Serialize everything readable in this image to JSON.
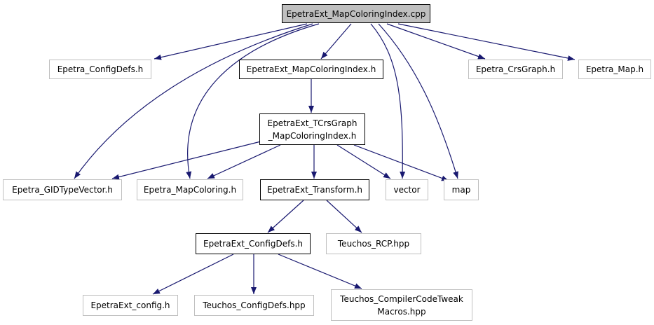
{
  "colors": {
    "edge": "#191970",
    "root_fill": "#bfbfbf",
    "node_border": "#bfbfbf",
    "node_border_dark": "#000000"
  },
  "nodes": {
    "root": "EpetraExt_MapColoringIndex.cpp",
    "epetra_configdefs": "Epetra_ConfigDefs.h",
    "mapcoloringindex_h": "EpetraExt_MapColoringIndex.h",
    "crsgraph": "Epetra_CrsGraph.h",
    "epetra_map": "Epetra_Map.h",
    "tcrsgraph_line1": "EpetraExt_TCrsGraph",
    "tcrsgraph_line2": "_MapColoringIndex.h",
    "gidtypevector": "Epetra_GIDTypeVector.h",
    "mapcoloring": "Epetra_MapColoring.h",
    "transform": "EpetraExt_Transform.h",
    "vector": "vector",
    "map": "map",
    "ext_configdefs": "EpetraExt_ConfigDefs.h",
    "teuchos_rcp": "Teuchos_RCP.hpp",
    "ext_config": "EpetraExt_config.h",
    "teuchos_configdefs": "Teuchos_ConfigDefs.hpp",
    "compiler_line1": "Teuchos_CompilerCodeTweak",
    "compiler_line2": "Macros.hpp"
  }
}
